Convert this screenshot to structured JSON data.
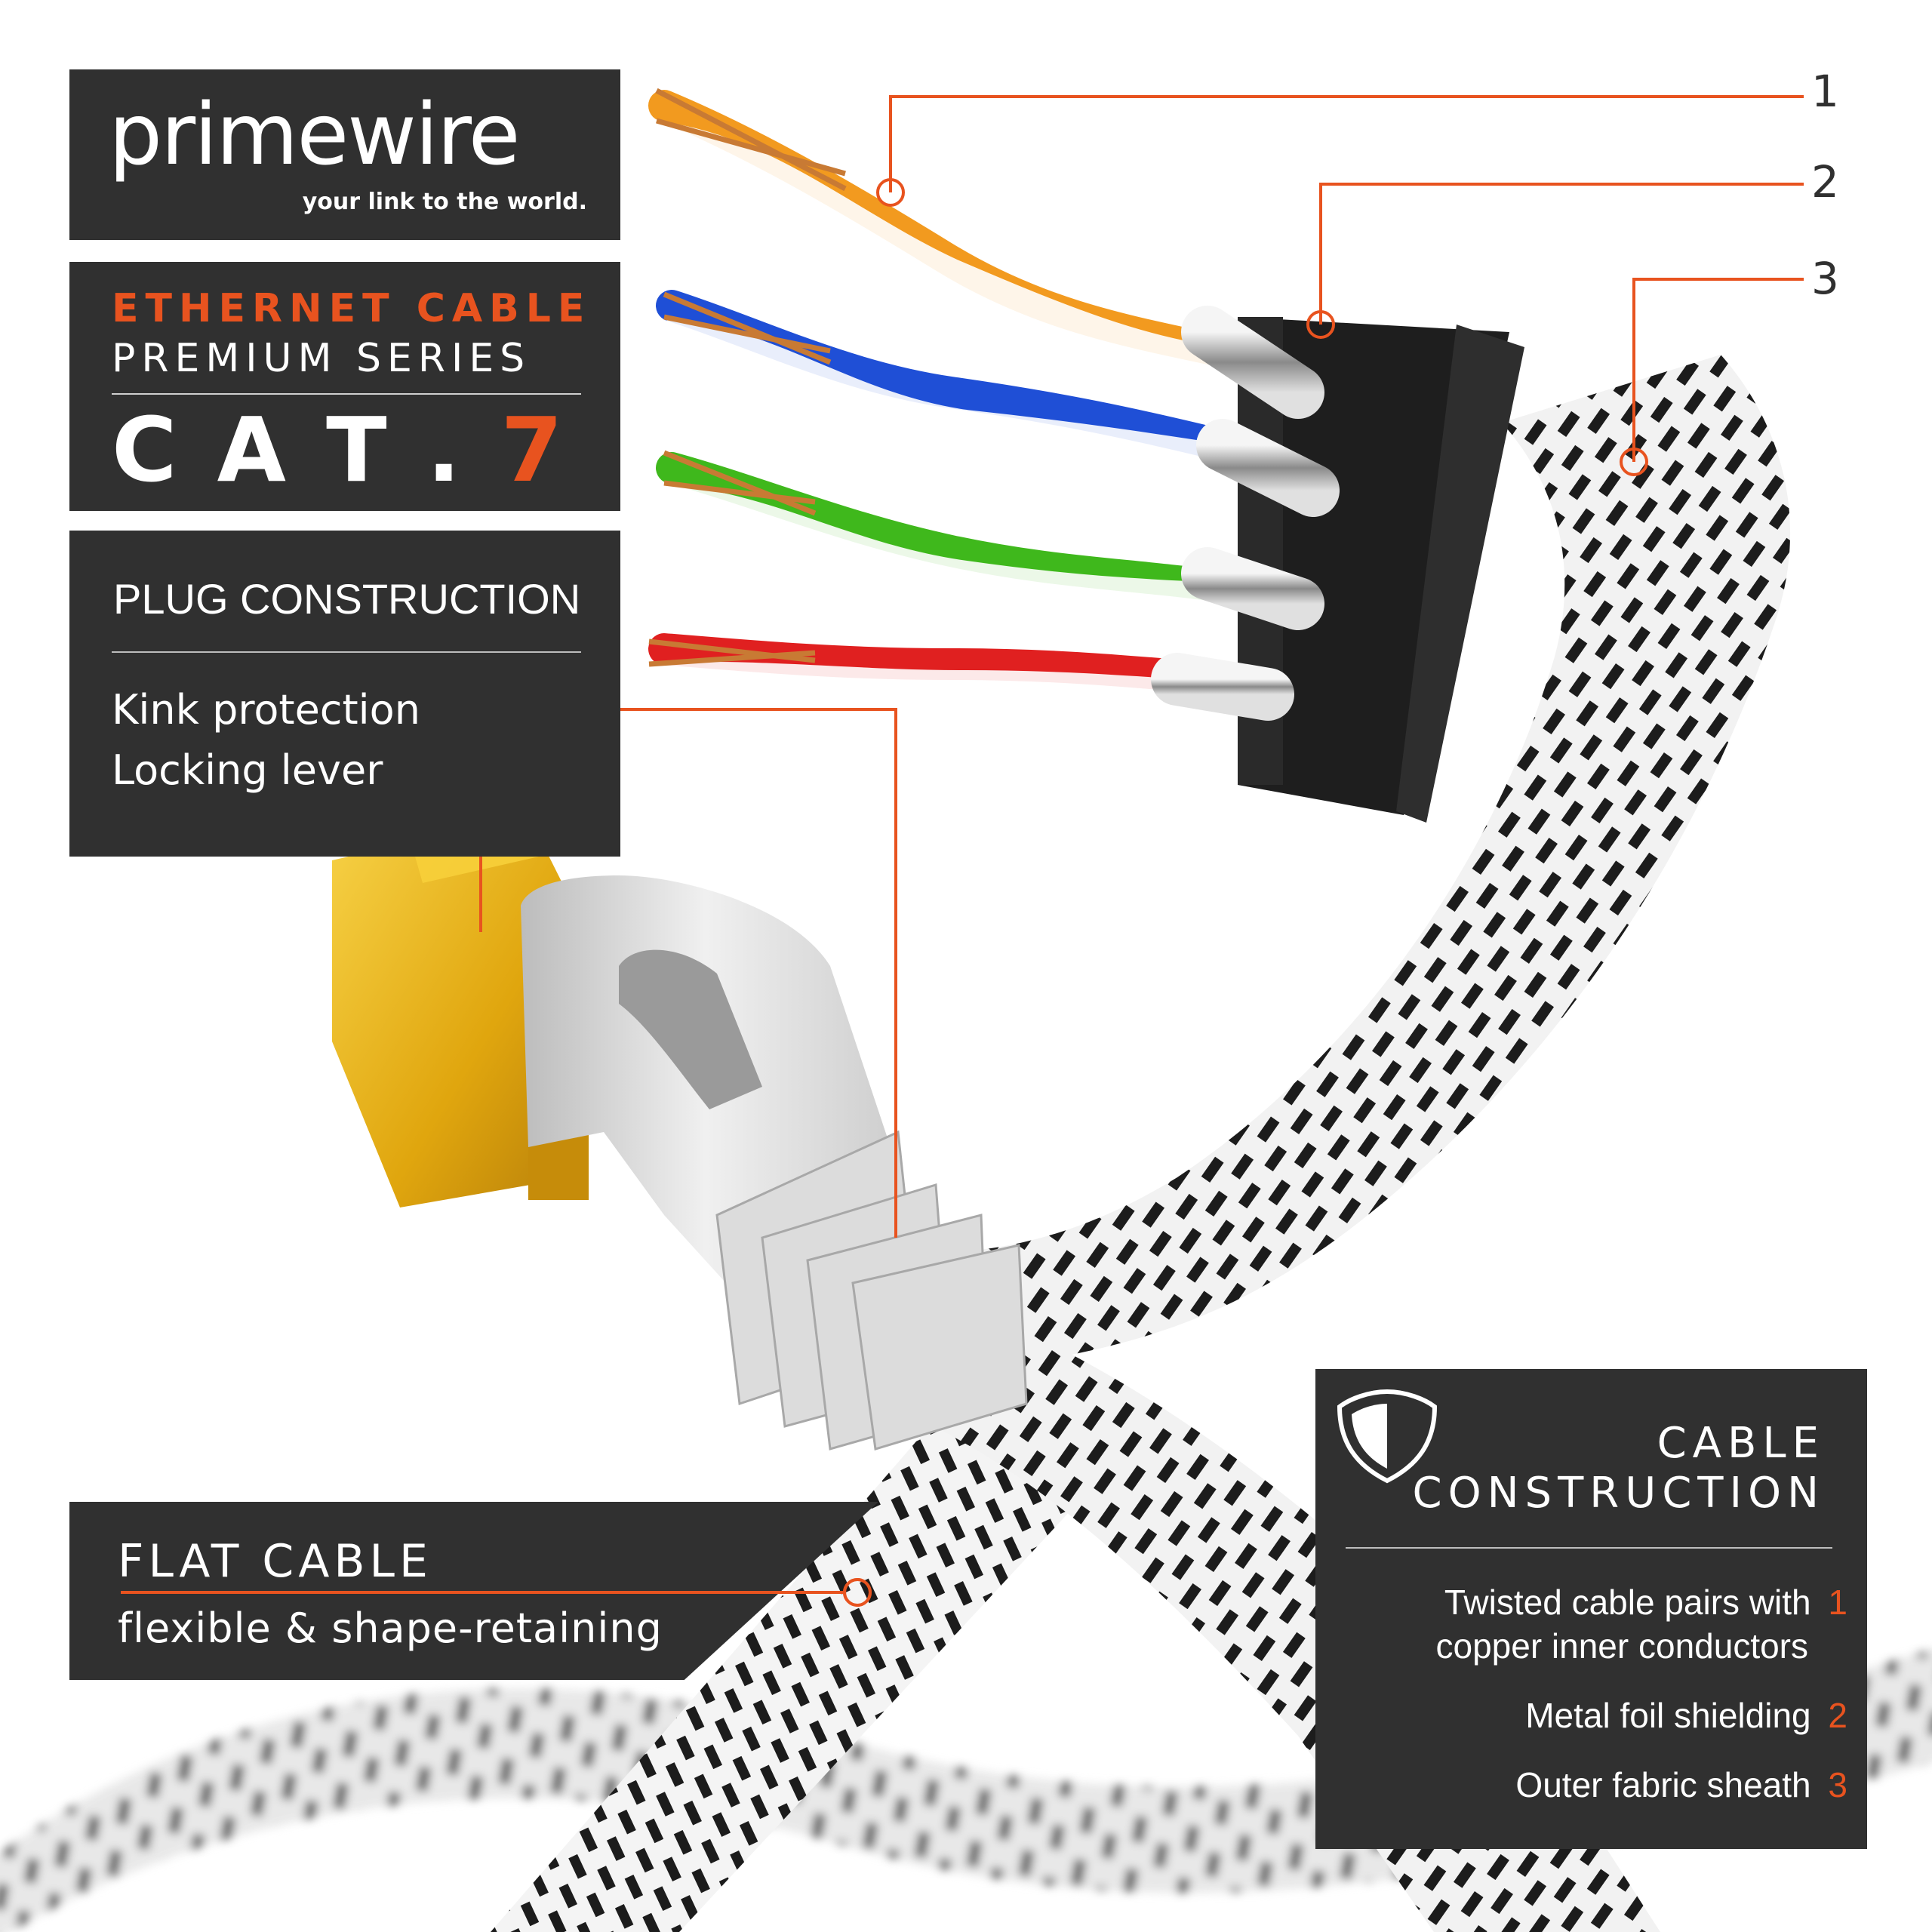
{
  "brand": {
    "name": "primewire",
    "tagline": "your link to the world."
  },
  "title_panel": {
    "line1": "ETHERNET CABLE",
    "line2": "PREMIUM SERIES",
    "cat_prefix": "C A T .",
    "cat_number": "7"
  },
  "plug_panel": {
    "heading": "PLUG CONSTRUCTION",
    "items": [
      "Kink protection",
      "Locking lever"
    ]
  },
  "flat_panel": {
    "heading": "FLAT CABLE",
    "subtitle": "flexible & shape-retaining"
  },
  "cable_panel": {
    "heading_line1": "CABLE",
    "heading_line2": "CONSTRUCTION",
    "items": [
      {
        "line1": "Twisted cable pairs with",
        "line2": "copper inner conductors",
        "number": "1"
      },
      {
        "line1": "Metal foil shielding",
        "number": "2"
      },
      {
        "line1": "Outer fabric sheath",
        "number": "3"
      }
    ]
  },
  "callouts": [
    "1",
    "2",
    "3"
  ],
  "icons": [
    "shield-icon"
  ],
  "colors": {
    "panel": "#303030",
    "accent": "#e8531f",
    "wire_orange": "#f29a1f",
    "wire_blue": "#1f4fd6",
    "wire_green": "#3fb81c",
    "wire_red": "#e02020",
    "plug_gold": "#e8b410",
    "boot_gray": "#d9d9d9"
  }
}
